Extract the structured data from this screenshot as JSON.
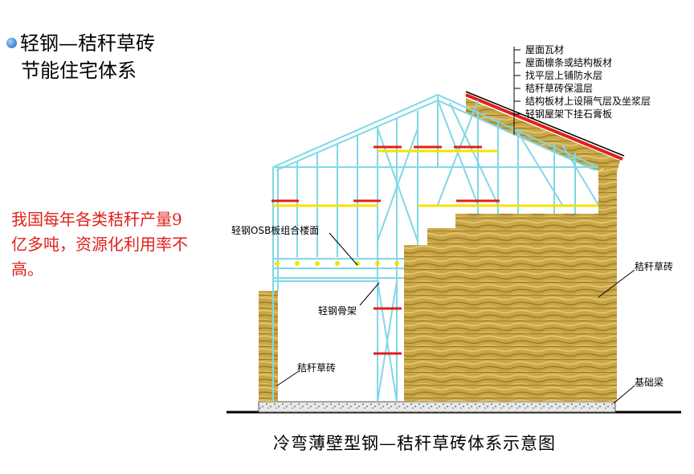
{
  "title": {
    "line1": "轻钢—秸秆草砖",
    "line2": "节能住宅体系"
  },
  "note": "我国每年各类秸秆产量9亿多吨，资源化利用率不高。",
  "caption": "冷弯薄壁型钢—秸秆草砖体系示意图",
  "roof_layers": [
    "屋面瓦材",
    "屋面檩条或结构板材",
    "找平层上铺防水层",
    "秸秆草砖保温层",
    "结构板材上设隔气层及坐浆层",
    "轻钢屋架下挂石膏板"
  ],
  "labels": {
    "floor": "轻钢OSB板组合楼面",
    "frame": "轻钢骨架",
    "straw_left": "秸秆草砖",
    "straw_right": "秸秆草砖",
    "foundation": "基础梁"
  },
  "colors": {
    "steel": "#7fd8e8",
    "straw": "#c9a646",
    "accent_red": "#e0201b",
    "yellow_dot": "#f4e300"
  }
}
